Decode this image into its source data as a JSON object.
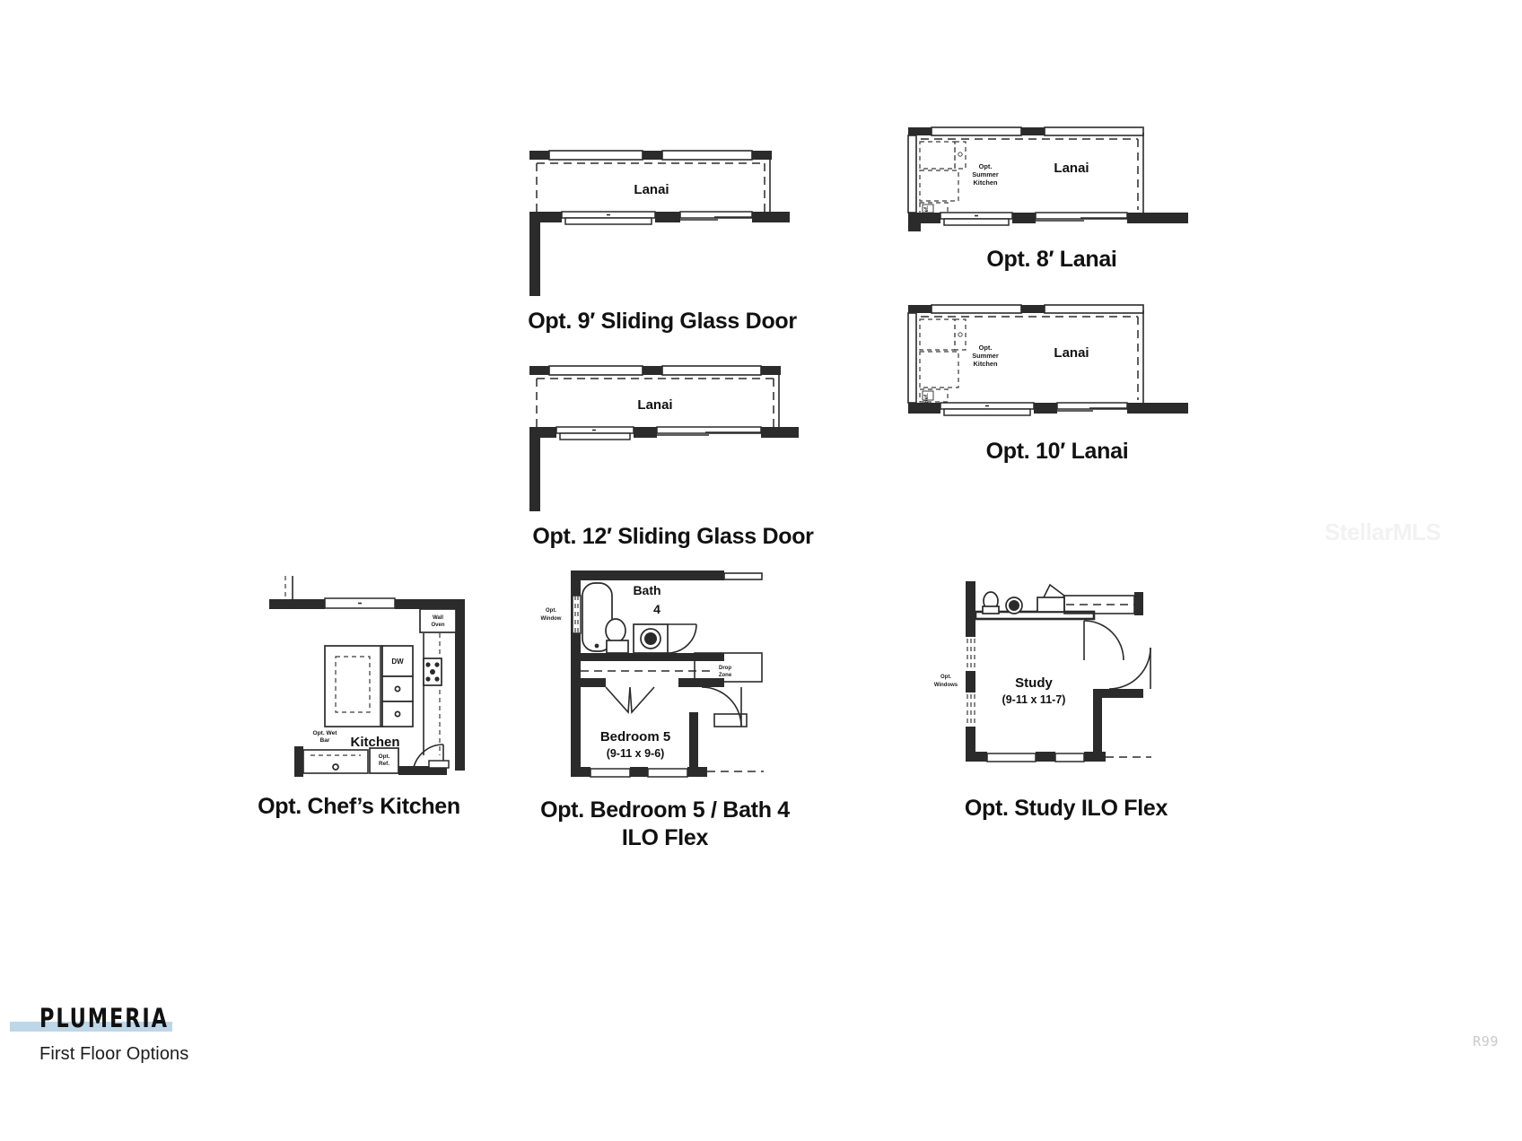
{
  "document": {
    "brand_name": "PLUMERIA",
    "subtitle": "First Floor Options",
    "revision_code": "R99",
    "watermark": "StellarMLS"
  },
  "plans": {
    "sgd9": {
      "caption": "Opt. 9′ Sliding Glass Door",
      "room_label": "Lanai"
    },
    "sgd12": {
      "caption": "Opt. 12′ Sliding Glass Door",
      "room_label": "Lanai"
    },
    "lanai8": {
      "caption": "Opt. 8′ Lanai",
      "room_label": "Lanai",
      "summer_kitchen": "Opt.\nSummer\nKitchen",
      "summer_kitchen_l1": "Opt.",
      "summer_kitchen_l2": "Summer",
      "summer_kitchen_l3": "Kitchen",
      "fridge_label": "Ref."
    },
    "lanai10": {
      "caption": "Opt. 10′ Lanai",
      "room_label": "Lanai",
      "summer_kitchen_l1": "Opt.",
      "summer_kitchen_l2": "Summer",
      "summer_kitchen_l3": "Kitchen",
      "fridge_label": "Ref."
    },
    "chefs_kitchen": {
      "caption": "Opt. Chef’s Kitchen",
      "room_label": "Kitchen",
      "wall_oven_l1": "Wall",
      "wall_oven_l2": "Oven",
      "dishwasher": "DW",
      "wet_bar_l1": "Opt. Wet",
      "wet_bar_l2": "Bar",
      "opt_ref_l1": "Opt.",
      "opt_ref_l2": "Ref."
    },
    "bedroom5": {
      "caption": "Opt. Bedroom 5 / Bath 4\nILO Flex",
      "caption_l1": "Opt. Bedroom 5 / Bath 4",
      "caption_l2": "ILO Flex",
      "bath_label_l1": "Bath",
      "bath_label_l2": "4",
      "bedroom_label": "Bedroom 5",
      "bedroom_dims": "(9-11 x 9-6)",
      "opt_window_l1": "Opt.",
      "opt_window_l2": "Window",
      "drop_zone_l1": "Drop",
      "drop_zone_l2": "Zone"
    },
    "study": {
      "caption": "Opt. Study ILO Flex",
      "room_label": "Study",
      "room_dims": "(9-11 x 11-7)",
      "opt_windows_l1": "Opt.",
      "opt_windows_l2": "Windows"
    }
  }
}
